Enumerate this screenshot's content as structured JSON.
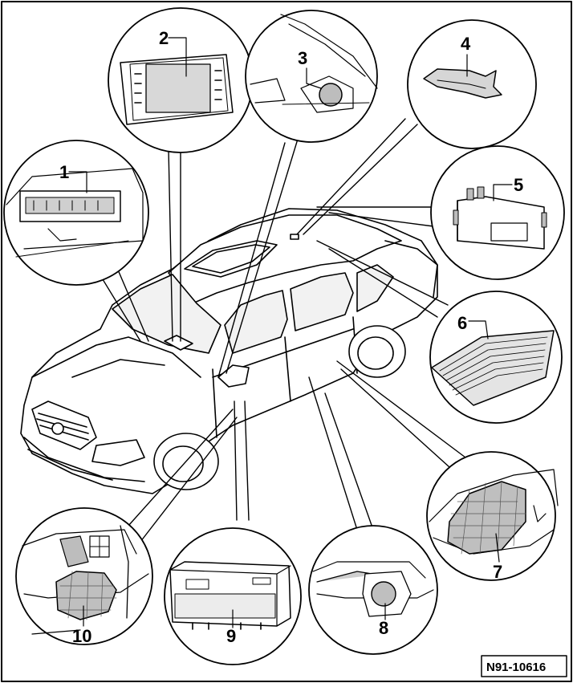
{
  "diagram": {
    "callouts": [
      {
        "id": "c1",
        "label": "1"
      },
      {
        "id": "c2",
        "label": "2"
      },
      {
        "id": "c3",
        "label": "3"
      },
      {
        "id": "c4",
        "label": "4"
      },
      {
        "id": "c5",
        "label": "5"
      },
      {
        "id": "c6",
        "label": "6"
      },
      {
        "id": "c7",
        "label": "7"
      },
      {
        "id": "c8",
        "label": "8"
      },
      {
        "id": "c9",
        "label": "9"
      },
      {
        "id": "c10",
        "label": "10"
      }
    ],
    "reference_code": "N91-10616"
  },
  "colors": {
    "line": "#000000",
    "background": "#ffffff",
    "shade": "#cfcfcf",
    "dark_shade": "#9a9a9a"
  }
}
